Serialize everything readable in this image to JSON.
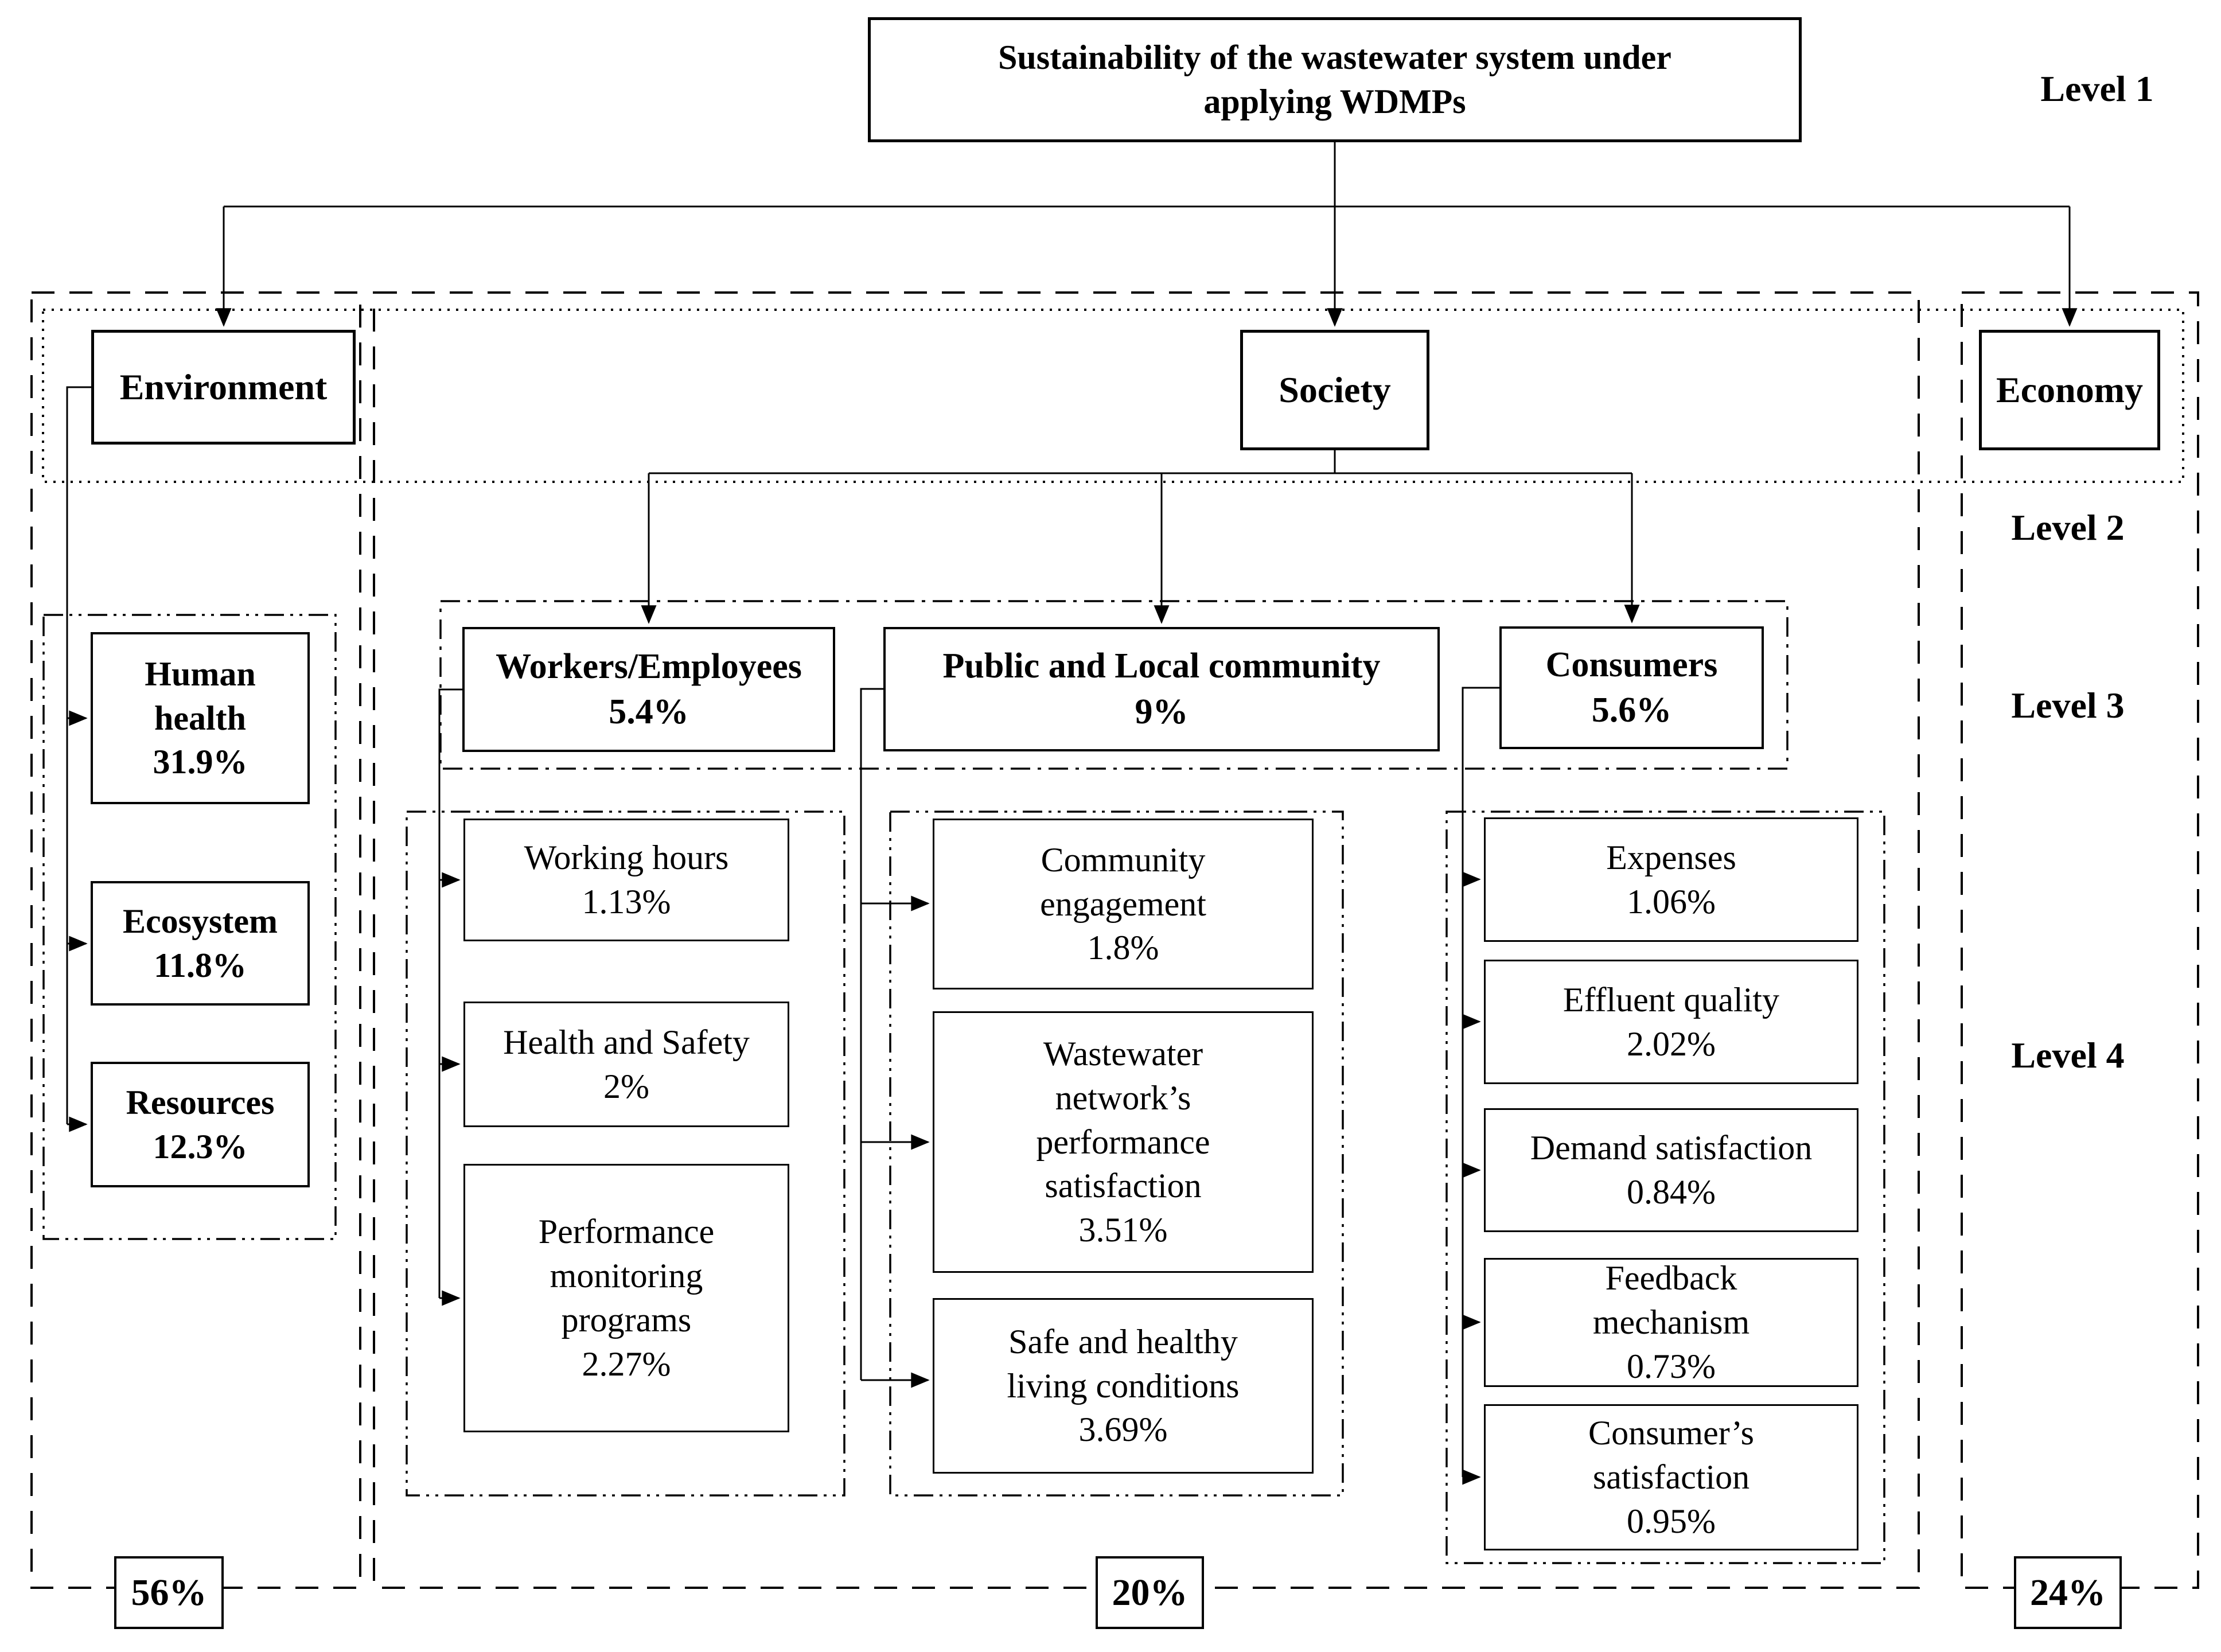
{
  "figure": {
    "title": {
      "label": "Sustainability of the wastewater system under\napplying WDMPs"
    },
    "level_labels": {
      "l1": "Level 1",
      "l2": "Level 2",
      "l3": "Level 3",
      "l4": "Level 4"
    },
    "branches": {
      "environment": {
        "label": "Environment",
        "total": "56%"
      },
      "society": {
        "label": "Society",
        "total": "20%"
      },
      "economy": {
        "label": "Economy",
        "total": "24%"
      }
    },
    "criteria": {
      "workers": {
        "label": "Workers/Employees",
        "value": "5.4%"
      },
      "public": {
        "label": "Public and Local community",
        "value": "9%"
      },
      "consumers": {
        "label": "Consumers",
        "value": "5.6%"
      }
    },
    "indicators": {
      "human_health": {
        "label": "Human\nhealth",
        "value": "31.9%"
      },
      "ecosystem": {
        "label": "Ecosystem",
        "value": "11.8%"
      },
      "resources": {
        "label": "Resources",
        "value": "12.3%"
      },
      "working_hours": {
        "label": "Working hours",
        "value": "1.13%"
      },
      "health_safety": {
        "label": "Health and Safety",
        "value": "2%"
      },
      "performance": {
        "label": "Performance\nmonitoring\nprograms",
        "value": "2.27%"
      },
      "community": {
        "label": "Community\nengagement",
        "value": "1.8%"
      },
      "wastewater": {
        "label": "Wastewater\nnetwork’s\nperformance\nsatisfaction",
        "value": "3.51%"
      },
      "safe_living": {
        "label": "Safe and healthy\nliving conditions",
        "value": "3.69%"
      },
      "expenses": {
        "label": "Expenses",
        "value": "1.06%"
      },
      "effluent": {
        "label": "Effluent quality",
        "value": "2.02%"
      },
      "demand": {
        "label": "Demand satisfaction",
        "value": "0.84%"
      },
      "feedback": {
        "label": "Feedback\nmechanism",
        "value": "0.73%"
      },
      "consumer_sat": {
        "label": "Consumer’s\nsatisfaction",
        "value": "0.95%"
      }
    },
    "line_color": "#000000",
    "background_color": "#ffffff"
  }
}
